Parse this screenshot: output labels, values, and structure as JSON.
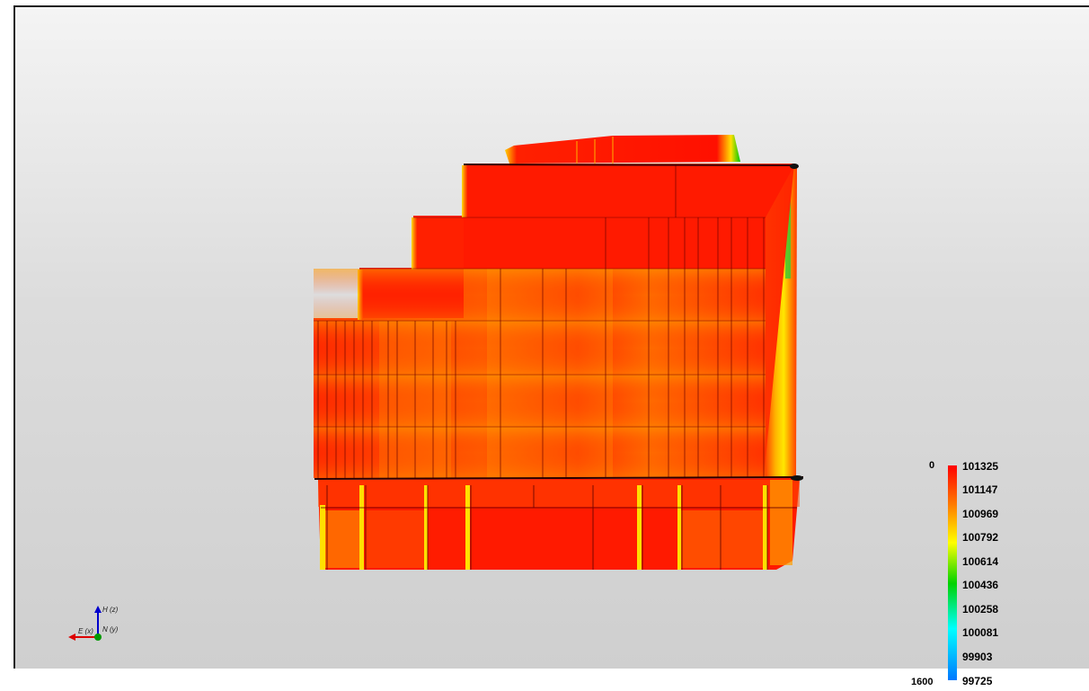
{
  "legend": {
    "min_label": "0",
    "max_label": "1600",
    "values": [
      "101325",
      "101147",
      "100969",
      "100792",
      "100614",
      "100436",
      "100258",
      "100081",
      "99903",
      "99725"
    ],
    "colors": [
      "#ff0000",
      "#ff7a00",
      "#ffff00",
      "#00d200",
      "#00ffff",
      "#0078ff"
    ]
  },
  "axes": {
    "z_label": "H (z)",
    "x_label": "E (x)",
    "y_label": "N (y)"
  }
}
